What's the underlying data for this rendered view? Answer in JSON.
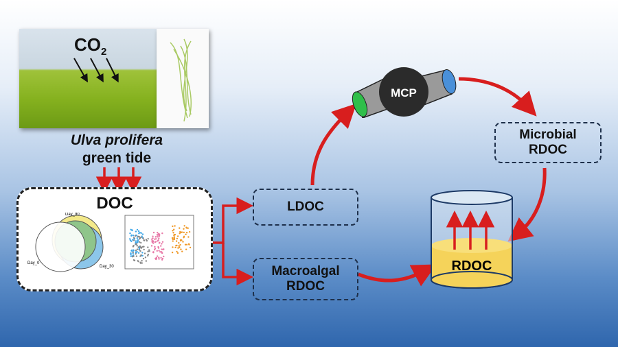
{
  "photo": {
    "co2_label": "CO",
    "co2_sub": "2"
  },
  "caption": {
    "line1": "Ulva prolifera",
    "line2": "green tide"
  },
  "doc": {
    "title": "DOC",
    "venn": {
      "labels": [
        "Day_0",
        "Day_90",
        "Day_30"
      ]
    }
  },
  "nodes": {
    "ldoc": "LDOC",
    "macroalgal_rdoc": [
      "Macroalgal",
      "RDOC"
    ],
    "mcp": "MCP",
    "microbial_rdoc": [
      "Microbial",
      "RDOC"
    ],
    "rdoc": "RDOC"
  },
  "colors": {
    "arrow": "#d81e1e",
    "rdoc_fill": "#f5d35a",
    "mcp_body": "#2b2b2b",
    "mcp_left_cap": "#2fbf4a",
    "mcp_right_cap": "#4a90d9",
    "venn_yellow": "#f3e98a",
    "venn_green": "#8fc58a",
    "venn_blue": "#8cc6ea"
  }
}
